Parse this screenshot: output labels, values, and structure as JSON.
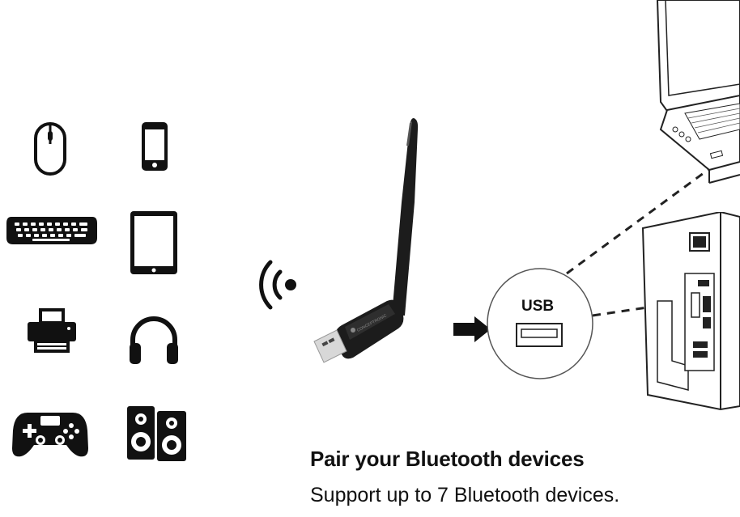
{
  "headline": "Pair your Bluetooth devices",
  "subheadline": "Support up to 7 Bluetooth devices.",
  "port_label": "USB",
  "devices": [
    "mouse-icon",
    "smartphone-icon",
    "keyboard-icon",
    "tablet-icon",
    "printer-icon",
    "headphones-icon",
    "gamepad-icon",
    "speakers-icon"
  ],
  "colors": {
    "ink": "#111111",
    "dongle": "#1c1c1c",
    "metal": "#d8d8d8",
    "line": "#333333"
  }
}
